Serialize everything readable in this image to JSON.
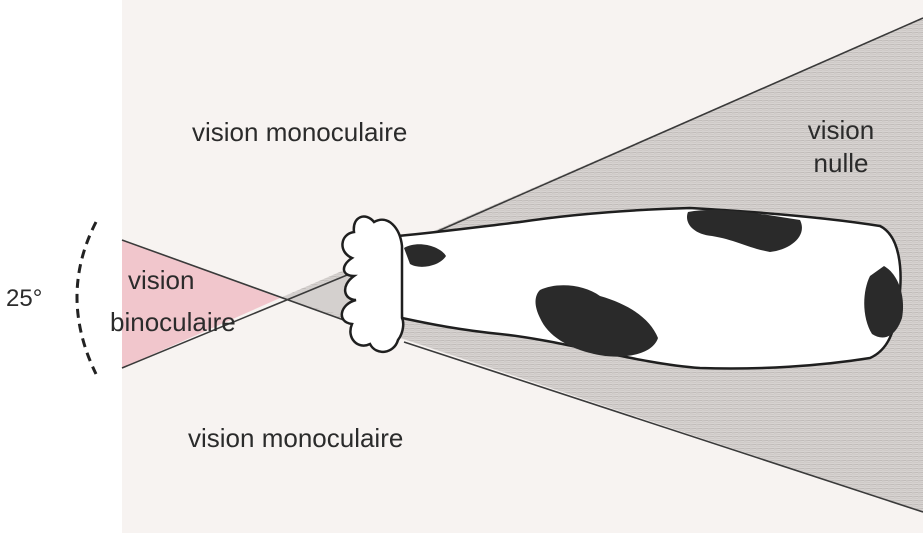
{
  "labels": {
    "monocular_top": "vision monoculaire",
    "monocular_bottom": "vision monoculaire",
    "null_vision_line1": "vision",
    "null_vision_line2": "nulle",
    "binocular_line1": "vision",
    "binocular_line2": "binoculaire",
    "angle": "25°"
  },
  "colors": {
    "background_zone": "#f7f3f1",
    "binocular_zone": "#f1c6cc",
    "blind_zone": "#d6d2d0",
    "cow_spots": "#2a2a2a",
    "outline": "#1f1f1f"
  }
}
